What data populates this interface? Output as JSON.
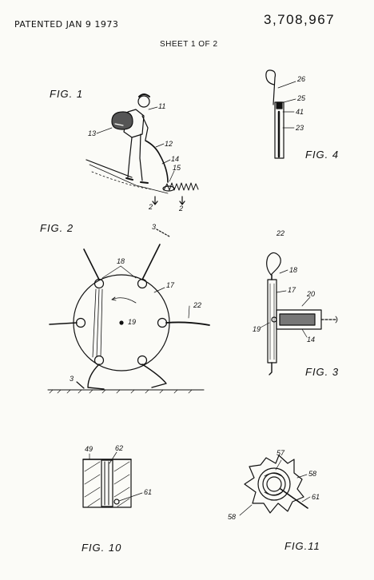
{
  "header": {
    "patented_date": "PATENTED JAN  9 1973",
    "patent_number": "3,708,967",
    "sheet": "SHEET 1 OF 2"
  },
  "figures": {
    "fig1": {
      "label": "FIG. 1",
      "refs": [
        "11",
        "12",
        "13",
        "14",
        "15",
        "2",
        "2"
      ]
    },
    "fig2": {
      "label": "FIG. 2",
      "refs": [
        "3",
        "18",
        "17",
        "22",
        "19",
        "3"
      ]
    },
    "fig3": {
      "label": "FIG. 3",
      "refs": [
        "22",
        "18",
        "17",
        "20",
        "19",
        "14"
      ]
    },
    "fig4": {
      "label": "FIG. 4",
      "refs": [
        "26",
        "25",
        "41",
        "23"
      ]
    },
    "fig10": {
      "label": "FIG. 10",
      "refs": [
        "49",
        "62",
        "61"
      ]
    },
    "fig11": {
      "label": "FIG.11",
      "refs": [
        "57",
        "58",
        "61",
        "58"
      ]
    }
  }
}
